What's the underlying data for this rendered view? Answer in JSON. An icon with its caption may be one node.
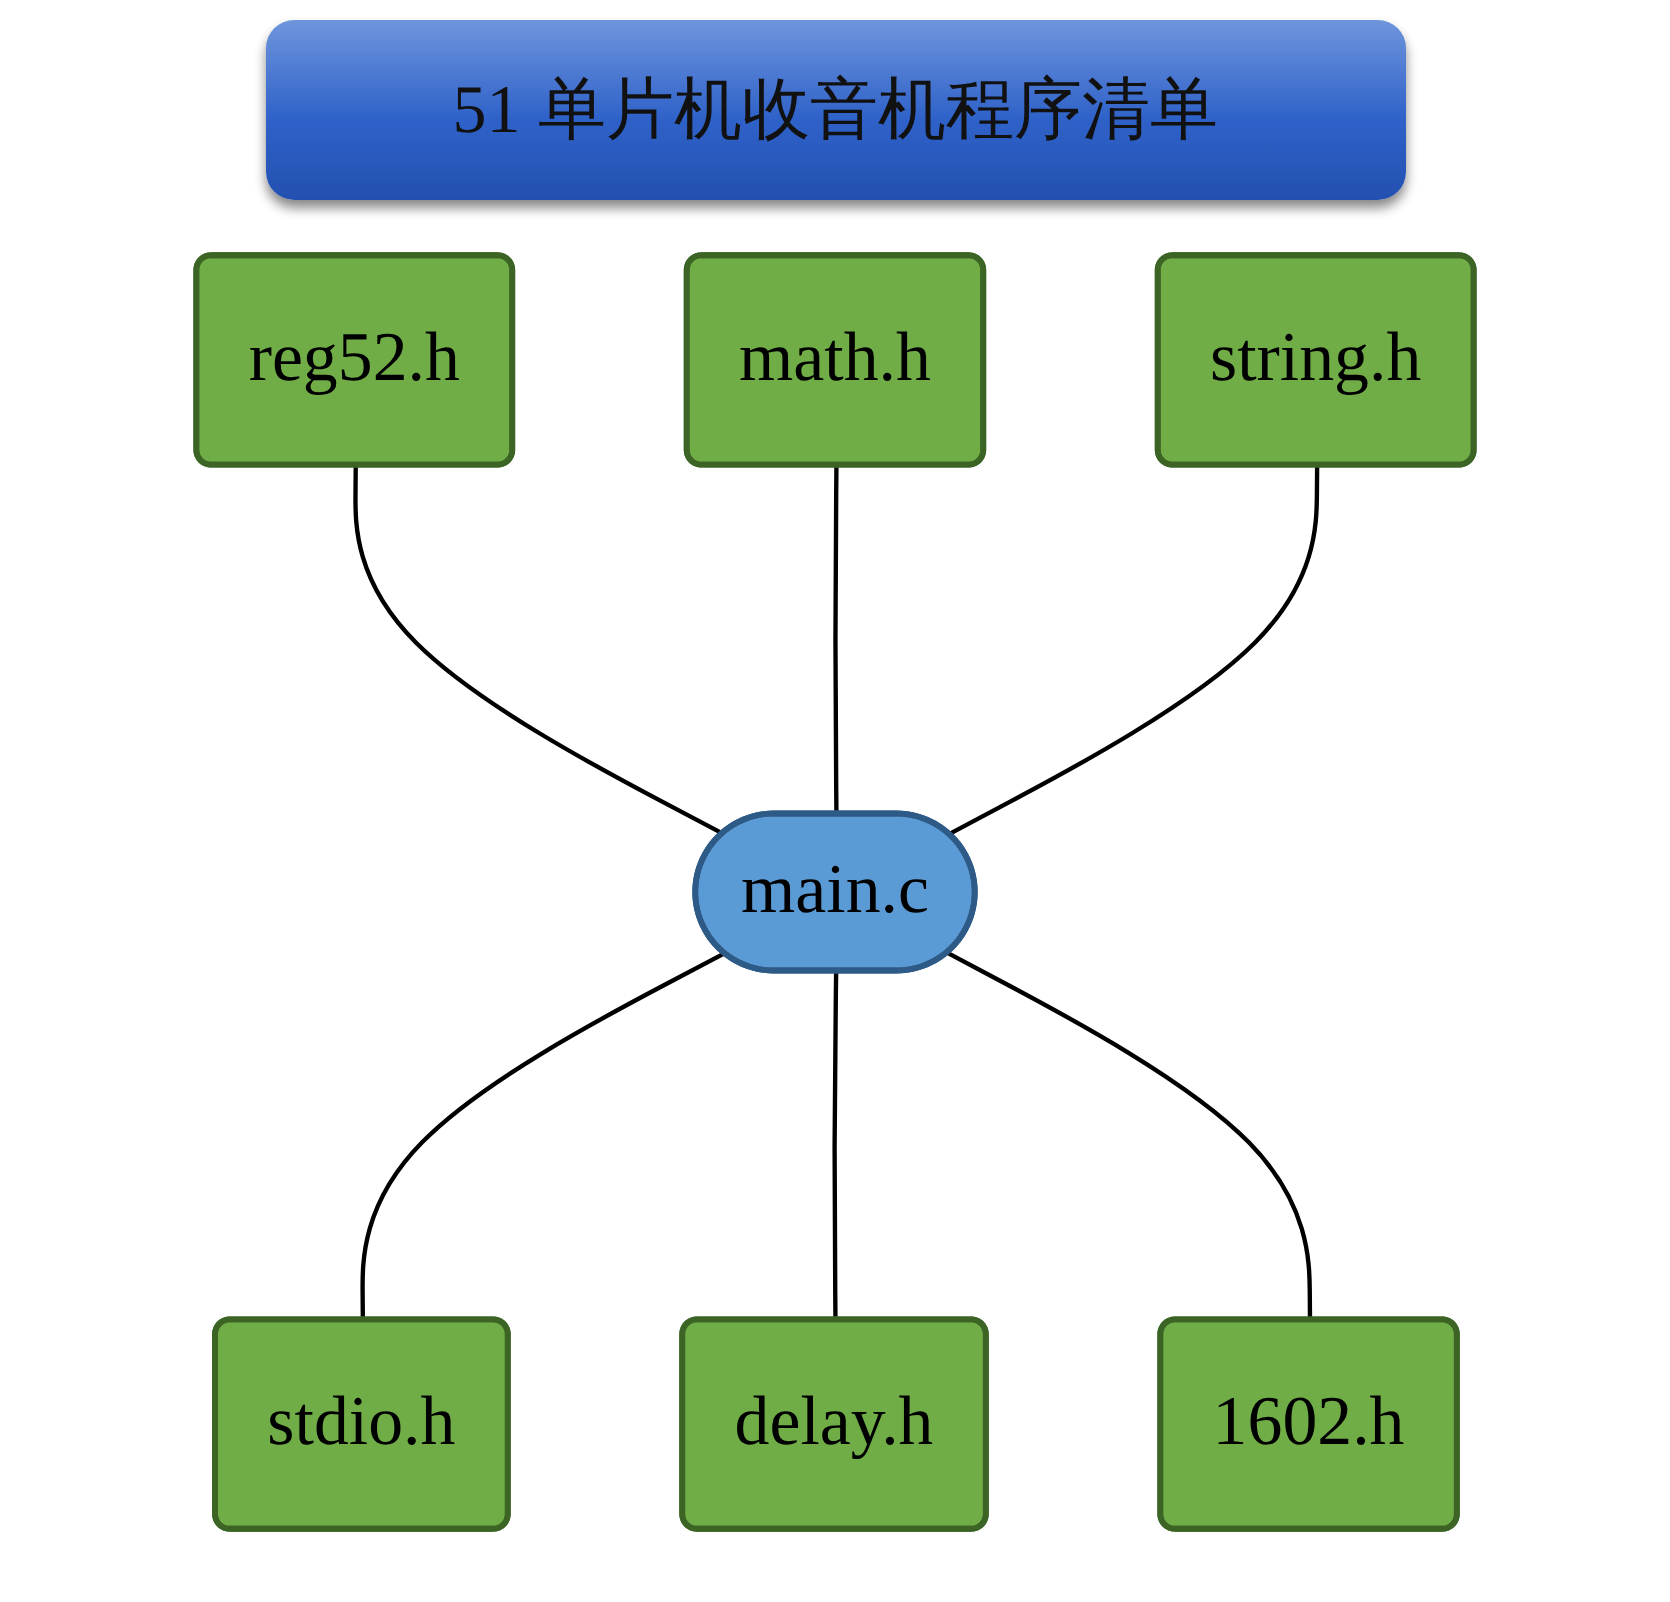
{
  "diagram": {
    "title": "51 单片机收音机程序清单",
    "nodes": [
      {
        "text": [
          "math.h"
        ]
      },
      {
        "text": [
          "reg52.h"
        ]
      },
      {
        "text": [
          "string.h"
        ]
      },
      {
        "text": [
          "main.c"
        ]
      },
      {
        "text": [
          "stdio.h"
        ]
      },
      {
        "text": [
          "1602.h"
        ]
      },
      {
        "text": [
          "delay.h"
        ]
      }
    ],
    "edges": [
      {
        "from": 1,
        "to": 3,
        "arrow": "none"
      },
      {
        "from": 0,
        "to": 3,
        "arrow": "none"
      },
      {
        "from": 2,
        "to": 3,
        "arrow": "none"
      },
      {
        "from": 3,
        "to": 4,
        "arrow": "none"
      },
      {
        "from": 3,
        "to": 6,
        "arrow": "none"
      },
      {
        "from": 3,
        "to": 5,
        "arrow": "none"
      }
    ]
  }
}
